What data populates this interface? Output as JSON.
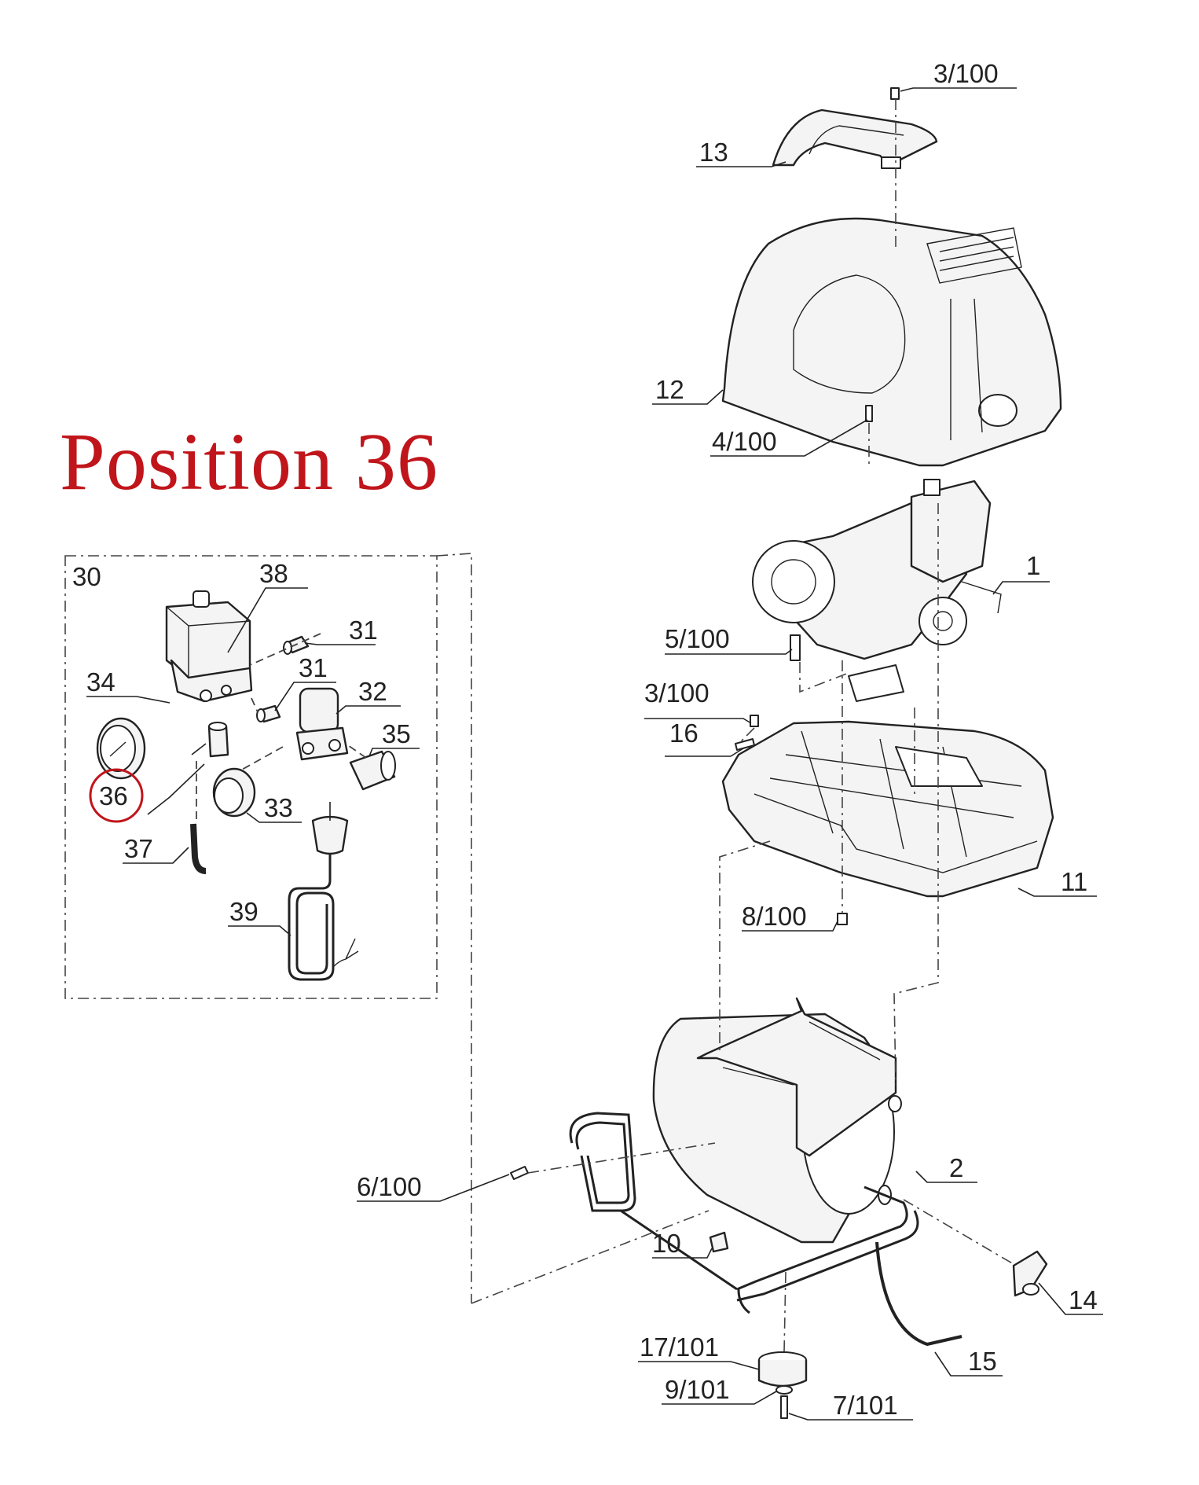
{
  "heading": "Position 36",
  "highlight_color": "#c0151b",
  "labels": {
    "l3_100_top": "3/100",
    "l13": "13",
    "l12": "12",
    "l4_100": "4/100",
    "l1": "1",
    "l5_100": "5/100",
    "l3_100_mid": "3/100",
    "l16": "16",
    "l11": "11",
    "l8_100": "8/100",
    "l2": "2",
    "l6_100": "6/100",
    "l10": "10",
    "l14": "14",
    "l17_101": "17/101",
    "l15": "15",
    "l9_101": "9/101",
    "l7_101": "7/101",
    "l30": "30",
    "l38": "38",
    "l31a": "31",
    "l31b": "31",
    "l32": "32",
    "l34": "34",
    "l35": "35",
    "l36": "36",
    "l33": "33",
    "l37": "37",
    "l39": "39"
  }
}
